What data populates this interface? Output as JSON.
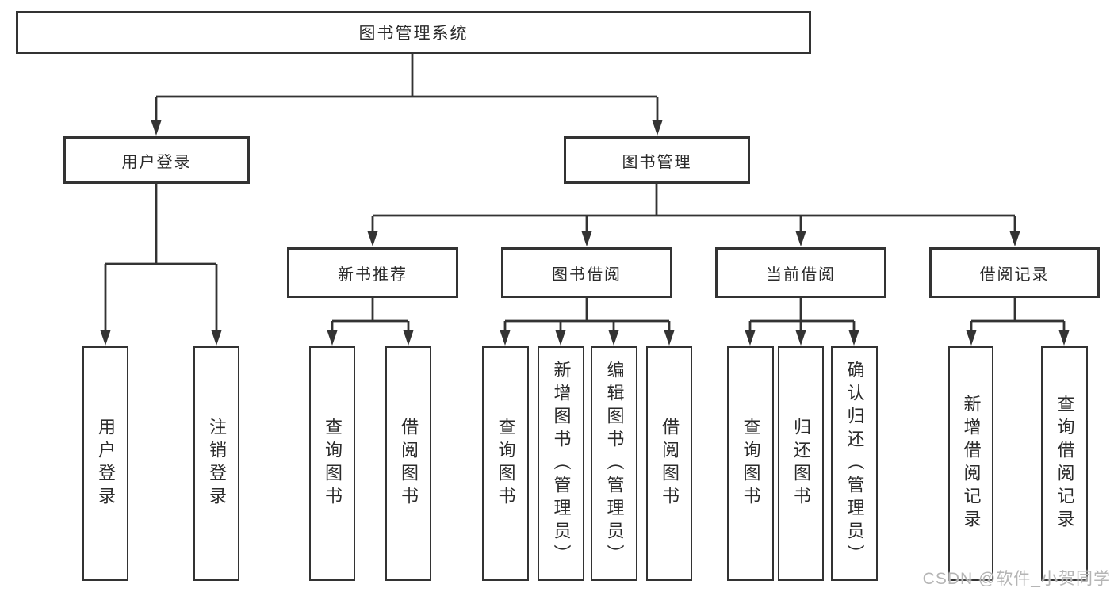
{
  "diagram": {
    "root": {
      "label": "图书管理系统"
    },
    "branches": [
      {
        "label": "用户登录",
        "children": [
          {
            "label": "用户登录"
          },
          {
            "label": "注销登录"
          }
        ]
      },
      {
        "label": "图书管理",
        "sections": [
          {
            "label": "新书推荐",
            "children": [
              {
                "label": "查询图书"
              },
              {
                "label": "借阅图书"
              }
            ]
          },
          {
            "label": "图书借阅",
            "children": [
              {
                "label": "查询图书"
              },
              {
                "label": "新增图书（管理员）"
              },
              {
                "label": "编辑图书（管理员）"
              },
              {
                "label": "借阅图书"
              }
            ]
          },
          {
            "label": "当前借阅",
            "children": [
              {
                "label": "查询图书"
              },
              {
                "label": "归还图书"
              },
              {
                "label": "确认归还（管理员）"
              }
            ]
          },
          {
            "label": "借阅记录",
            "children": [
              {
                "label": "新增借阅记录"
              },
              {
                "label": "查询借阅记录"
              }
            ]
          }
        ]
      }
    ]
  },
  "colors": {
    "line": "#333333",
    "text": "#2b2b2b",
    "watermark": "#b5b5b5"
  },
  "watermark": {
    "text": "CSDN @软件_小贺同学"
  }
}
